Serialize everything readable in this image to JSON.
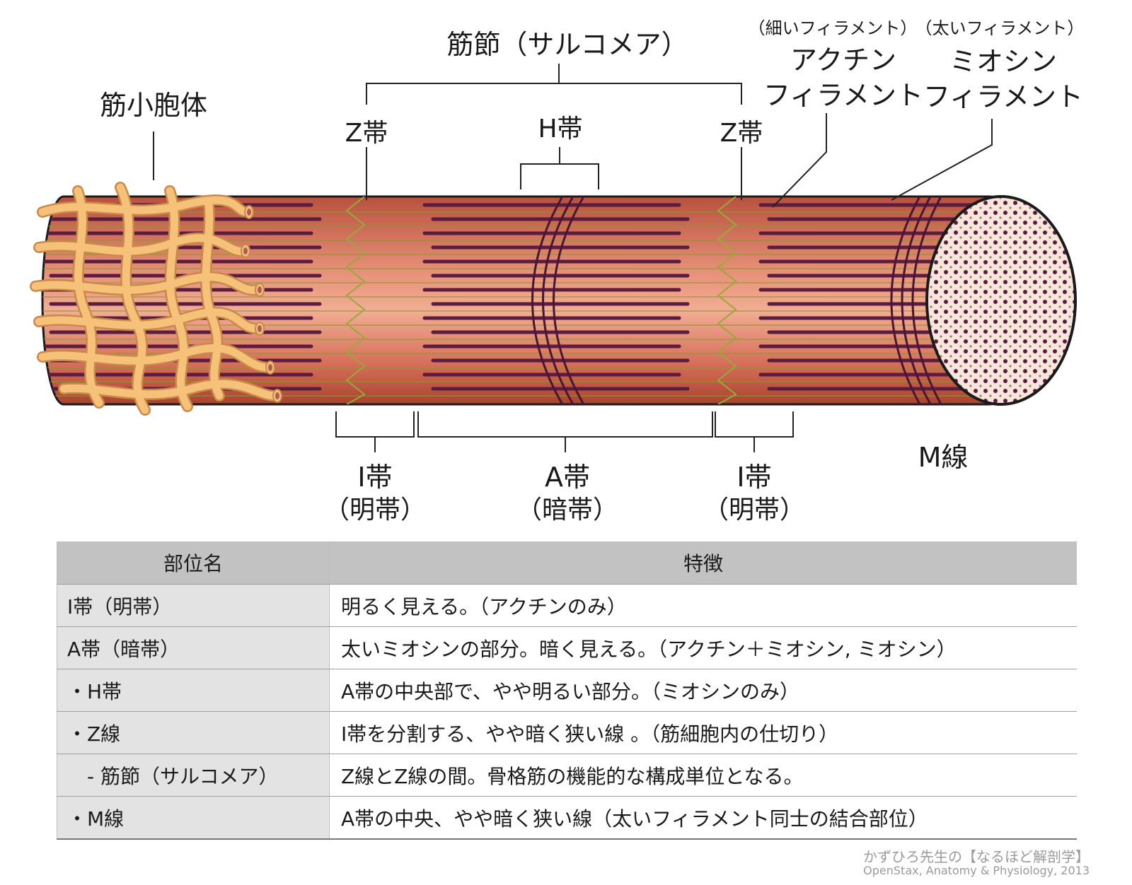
{
  "labels": {
    "sarcoplasmic_reticulum": "筋小胞体",
    "sarcomere": "筋節（サルコメア）",
    "z_band_left": "Z帯",
    "z_band_right": "Z帯",
    "h_band": "H帯",
    "thin_note": "（細いフィラメント）",
    "thick_note": "（太いフィラメント）",
    "actin_line1": "アクチン",
    "actin_line2": "フィラメント",
    "myosin_line1": "ミオシン",
    "myosin_line2": "フィラメント",
    "i_band_left_line1": "I帯",
    "i_band_left_line2": "（明帯）",
    "a_band_line1": "A帯",
    "a_band_line2": "（暗帯）",
    "i_band_right_line1": "I帯",
    "i_band_right_line2": "（明帯）",
    "m_line": "M線"
  },
  "colors": {
    "muscle": "#d9715a",
    "muscle_light": "#f0a890",
    "filament_thick": "#5a1d3e",
    "filament_thin": "#8a9a2a",
    "reticulum": "#f5bf74",
    "cross_section": "#f6e6dc"
  },
  "table": {
    "headers": [
      "部位名",
      "特徴"
    ],
    "rows": [
      {
        "name": "I帯（明帯）",
        "feature": "明るく見える。（アクチンのみ）"
      },
      {
        "name": "A帯（暗帯）",
        "feature": "太いミオシンの部分。暗く見える。（アクチン＋ミオシン, ミオシン）"
      },
      {
        "name": "・H帯",
        "feature": "A帯の中央部で、やや明るい部分。（ミオシンのみ）"
      },
      {
        "name": "・Z線",
        "feature": "I帯を分割する、やや暗く狭い線 。（筋細胞内の仕切り）"
      },
      {
        "name": "　- 筋節（サルコメア）",
        "feature": "Z線とZ線の間。骨格筋の機能的な構成単位となる。"
      },
      {
        "name": "・M線",
        "feature": "A帯の中央、やや暗く狭い線（太いフィラメント同士の結合部位）"
      }
    ]
  },
  "credit": {
    "line1": "かずひろ先生の【なるほど解剖学】",
    "line2": "OpenStax, Anatomy & Physiology, 2013"
  }
}
